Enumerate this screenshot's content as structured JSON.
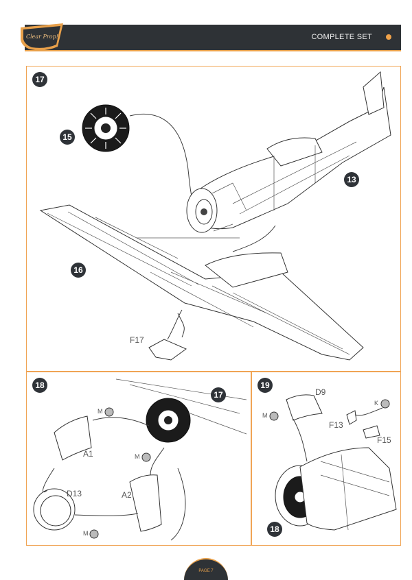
{
  "header": {
    "logo_text": "Clear Prop!",
    "title": "COMPLETE SET"
  },
  "footer": {
    "page_label": "PAGE 7"
  },
  "colors": {
    "accent": "#f0a454",
    "dark": "#2e3236"
  },
  "panel_17": {
    "step": "17",
    "callouts": [
      "15",
      "13",
      "16"
    ],
    "parts": [
      "F17"
    ]
  },
  "panel_18": {
    "step": "18",
    "callouts": [
      "17"
    ],
    "parts": [
      "A1",
      "A2",
      "D13"
    ],
    "markers": [
      "M",
      "M",
      "M"
    ]
  },
  "panel_19": {
    "step": "19",
    "callouts": [
      "18"
    ],
    "parts": [
      "D9",
      "F13",
      "F15"
    ],
    "markers": [
      "M",
      "K"
    ]
  }
}
